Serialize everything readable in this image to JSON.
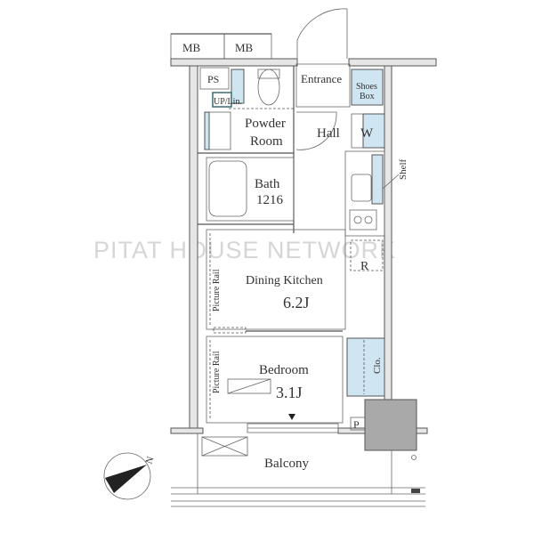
{
  "watermark": "PITAT HOUSE NETWORK",
  "rooms": {
    "mb1": "MB",
    "mb2": "MB",
    "ps": "PS",
    "up_lin": "UP/Lin.",
    "entrance": "Entrance",
    "shoes_box_1": "Shoes",
    "shoes_box_2": "Box",
    "powder_1": "Powder",
    "powder_2": "Room",
    "hall": "Hall",
    "w": "W",
    "bath": "Bath",
    "bath_size": "1216",
    "shelf": "Shelf",
    "r": "R",
    "dining": "Dining Kitchen",
    "dining_size": "6.2J",
    "picture_rail_1": "Picture Rail",
    "picture_rail_2": "Picture Rail",
    "bedroom": "Bedroom",
    "bedroom_size": "3.1J",
    "clo": "Clo.",
    "p": "P",
    "balcony": "Balcony"
  },
  "compass": {
    "north": "N"
  },
  "colors": {
    "storage": "#cfe6f2",
    "wall": "#e6e6e6",
    "unit": "#a9a9a9"
  }
}
